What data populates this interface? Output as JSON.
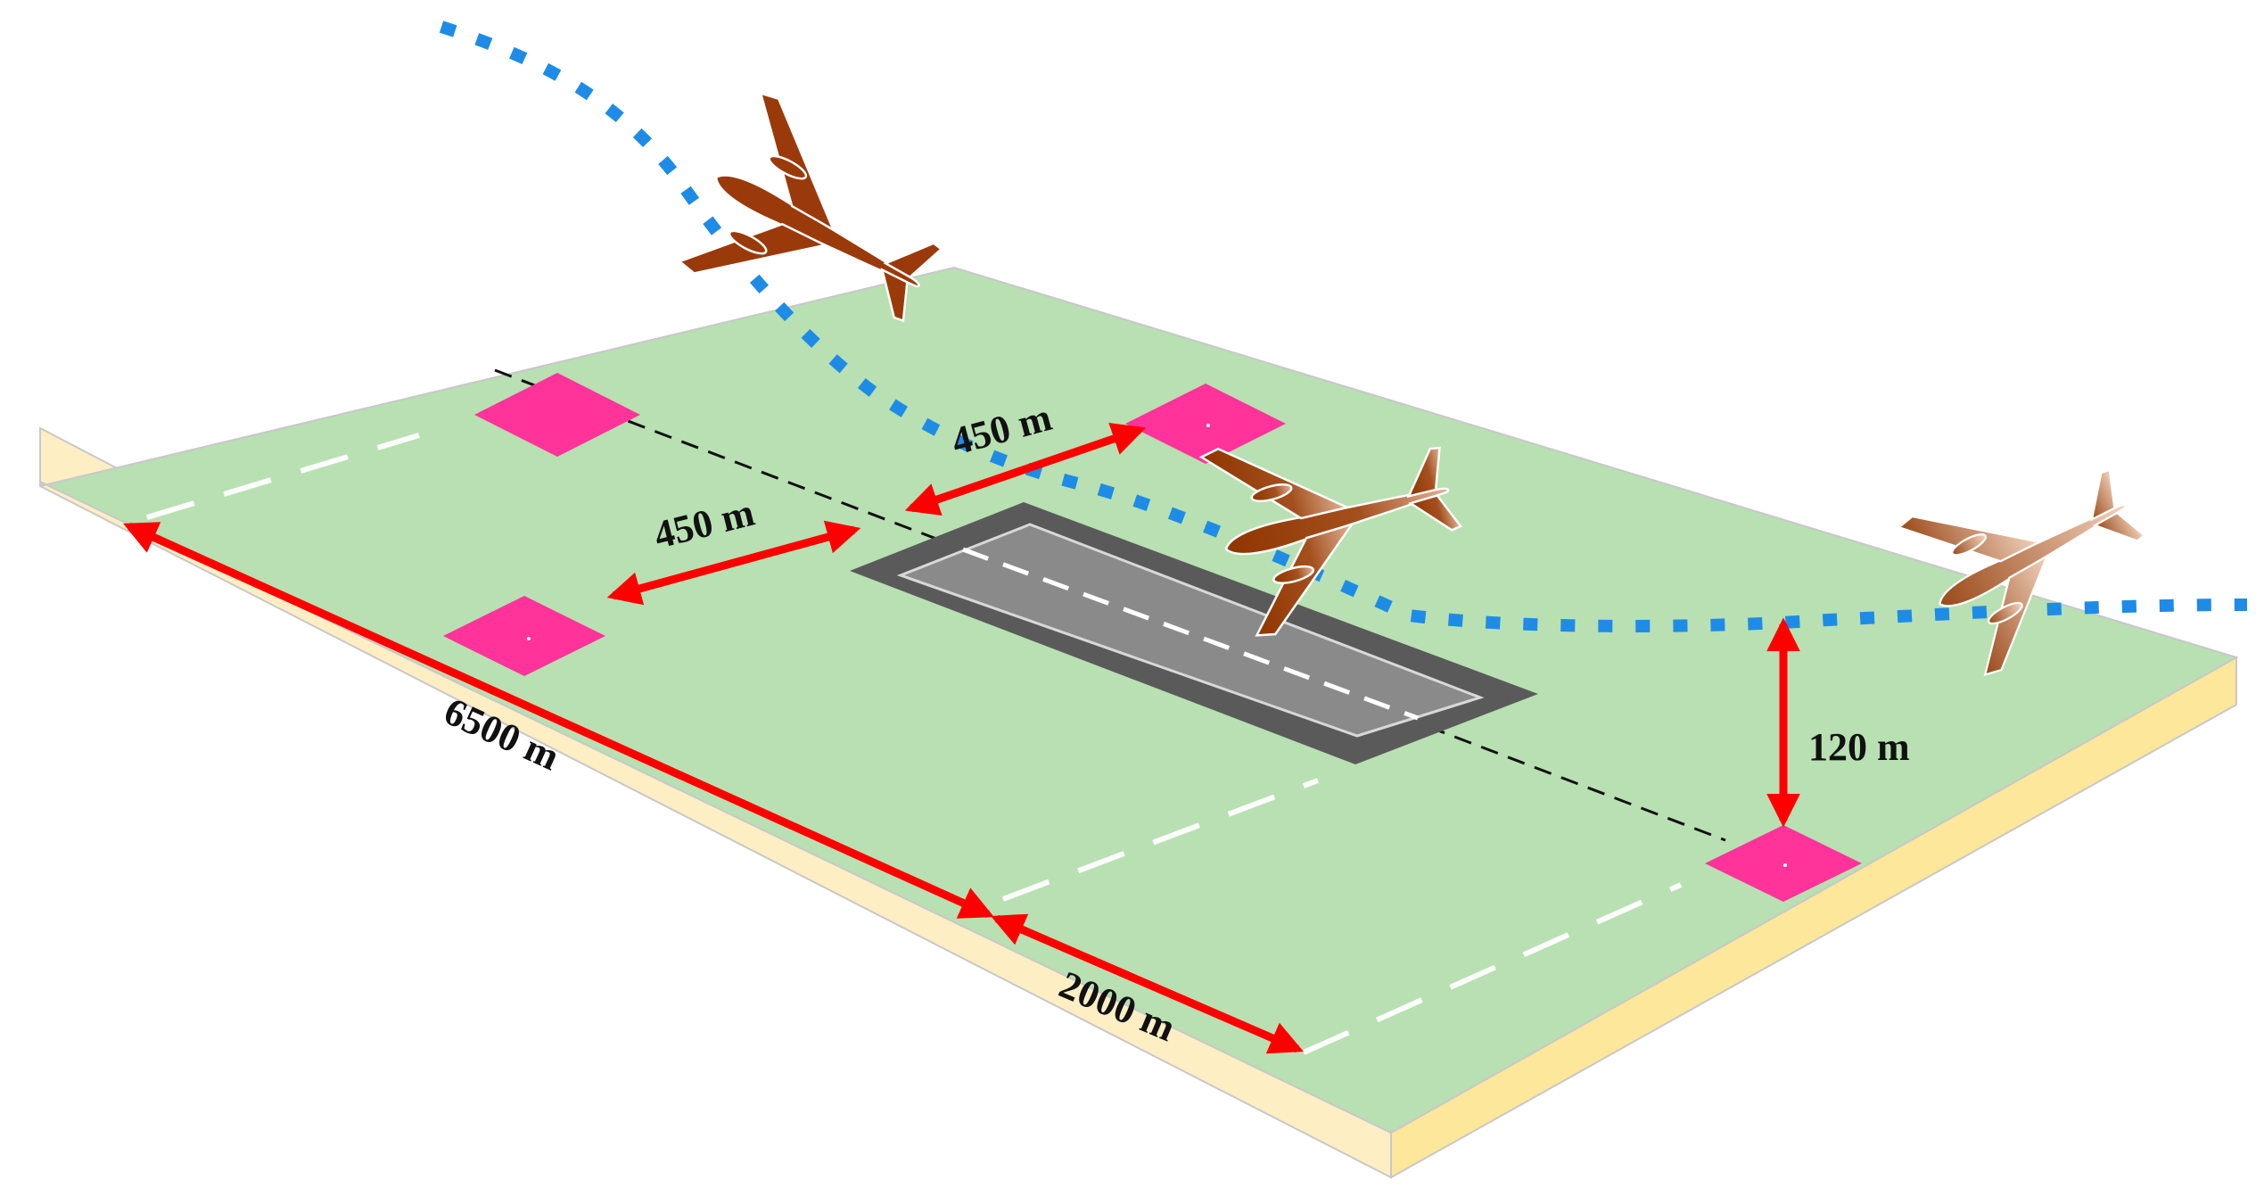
{
  "labels": {
    "length_total": "6500 m",
    "length_segment": "2000 m",
    "offset_left": "450 m",
    "offset_right": "450 m",
    "height": "120 m"
  },
  "colors": {
    "grass": "#b8e0b2",
    "slab_front": "#fdeec4",
    "slab_side": "#fde79a",
    "runway_outer": "#5a5a5a",
    "runway_inner": "#8a8a8a",
    "marker": "#ff3399",
    "dimension_arrow": "#ff0000",
    "flight_path": "#1e8ce6",
    "aircraft": "#9a3a0a"
  },
  "icons": [
    "aircraft-icon",
    "aircraft-icon",
    "aircraft-icon"
  ]
}
